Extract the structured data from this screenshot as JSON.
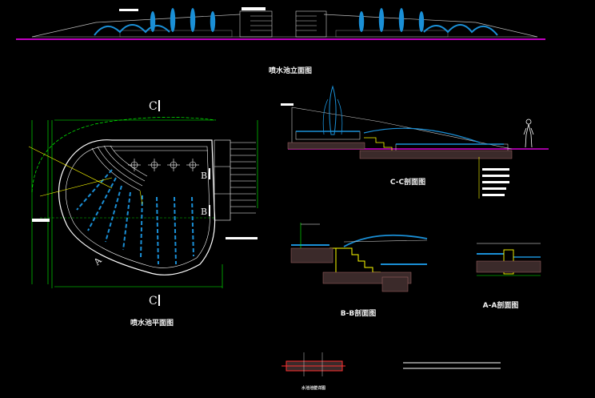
{
  "drawing": {
    "background": "#000000",
    "colors": {
      "magenta": "#ff00ff",
      "green": "#00ff00",
      "cyan": "#00ffff",
      "blue": "#1a8fd6",
      "yellow": "#ffff00",
      "white": "#ffffff",
      "grey": "#b0b0b0",
      "red": "#ff3030"
    },
    "elevation": {
      "title": "喷水池立面图"
    },
    "plan": {
      "title": "喷水池平面图",
      "cut_c_top": "C",
      "cut_c_bottom": "C",
      "cut_b_upper": "B",
      "cut_b_lower": "B",
      "cut_a": "A"
    },
    "section_cc": {
      "title": "C-C剖面图"
    },
    "section_bb": {
      "title": "B-B剖面图"
    },
    "section_aa": {
      "title": "A-A剖面图"
    },
    "detail": {
      "title": "水池池壁详图"
    }
  }
}
